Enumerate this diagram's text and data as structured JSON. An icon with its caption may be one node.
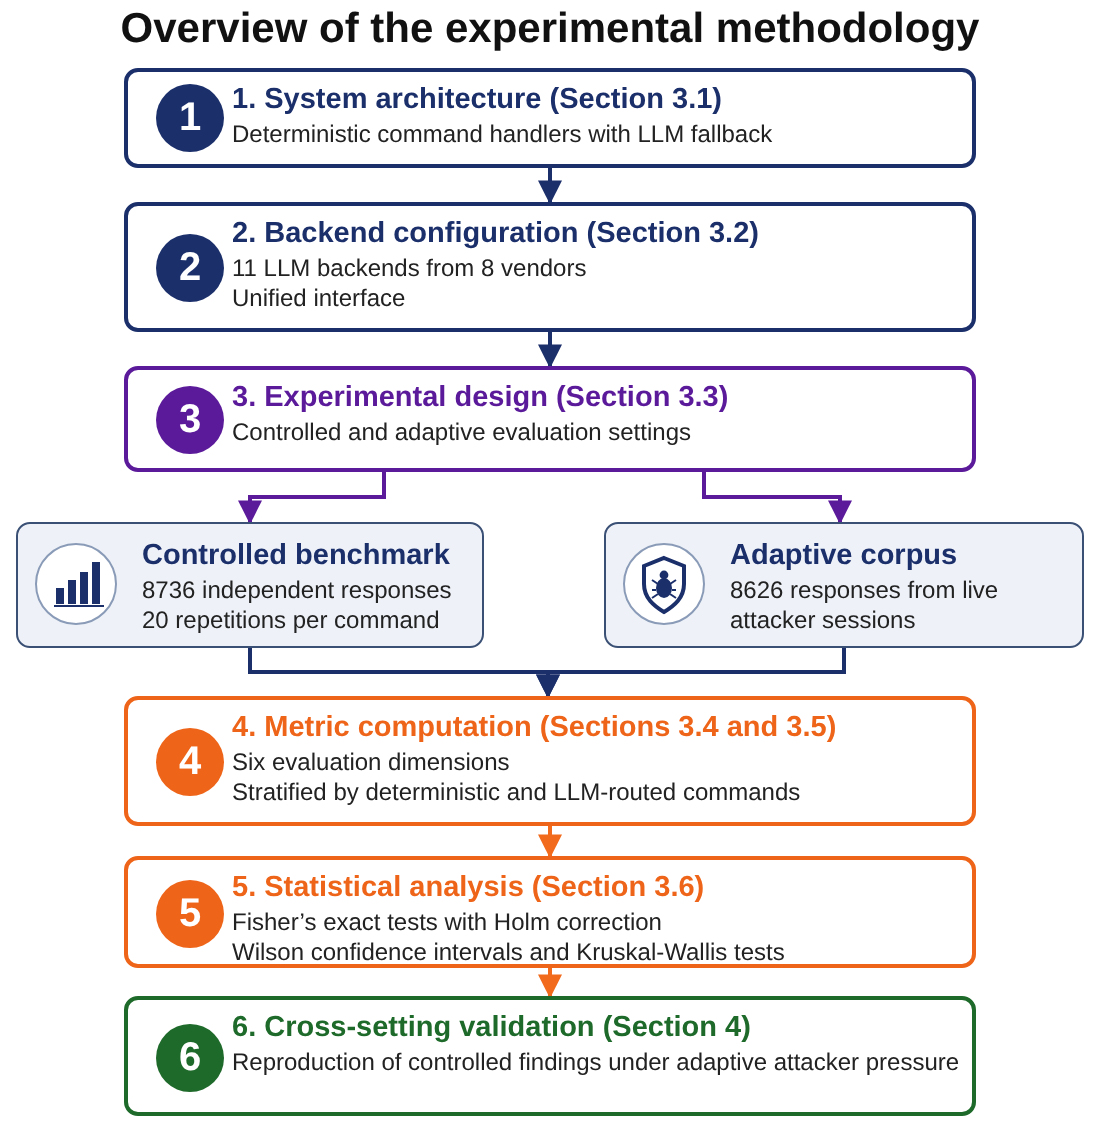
{
  "diagram": {
    "title": "Overview of the experimental methodology",
    "nodes": [
      {
        "text": [
          "1. System architecture (Section 3.1)",
          "Deterministic command handlers with LLM fallback"
        ]
      },
      {
        "text": [
          "1"
        ],
        "in": 0
      },
      {
        "text": [
          "2. Backend configuration (Section 3.2)",
          "11 LLM backends from 8 vendors",
          "Unified interface"
        ]
      },
      {
        "text": [
          "2"
        ],
        "in": 2
      },
      {
        "text": [
          "3. Experimental design (Section 3.3)",
          "Controlled and adaptive evaluation settings"
        ]
      },
      {
        "text": [
          "3"
        ],
        "in": 4
      },
      {
        "text": [
          "Controlled benchmark",
          "8736 independent responses",
          "20 repetitions per command"
        ]
      },
      {
        "text": [
          "Adaptive corpus",
          "8626 responses from live attacker sessions"
        ]
      },
      {
        "text": [
          "4. Metric computation (Sections 3.4 and 3.5)",
          "Six evaluation dimensions",
          "Stratified by deterministic and LLM-routed commands"
        ]
      },
      {
        "text": [
          "4"
        ],
        "in": 8
      },
      {
        "text": [
          "5. Statistical analysis (Section 3.6)",
          "Fisher’s exact tests with Holm correction",
          "Wilson confidence intervals and Kruskal-Wallis tests"
        ]
      },
      {
        "text": [
          "5"
        ],
        "in": 10
      },
      {
        "text": [
          "6. Cross-setting validation (Section 4)",
          "Reproduction of controlled findings under adaptive attacker pressure"
        ]
      },
      {
        "text": [
          "6"
        ],
        "in": 12
      }
    ],
    "edges": [
      {
        "from": 0,
        "to": 2,
        "arrow": "to"
      },
      {
        "from": 2,
        "to": 4,
        "arrow": "to"
      },
      {
        "from": 4,
        "to": 6,
        "arrow": "to",
        "color": "#5b1a9a"
      },
      {
        "from": 4,
        "to": 7,
        "arrow": "to",
        "color": "#5b1a9a"
      },
      {
        "from": 6,
        "to": 8,
        "arrow": "to"
      },
      {
        "from": 7,
        "to": 8,
        "arrow": "to"
      },
      {
        "from": 8,
        "to": 10,
        "arrow": "to",
        "color": "#f26a1b"
      },
      {
        "from": 10,
        "to": 12,
        "arrow": "to",
        "color": "#f26a1b"
      }
    ]
  }
}
